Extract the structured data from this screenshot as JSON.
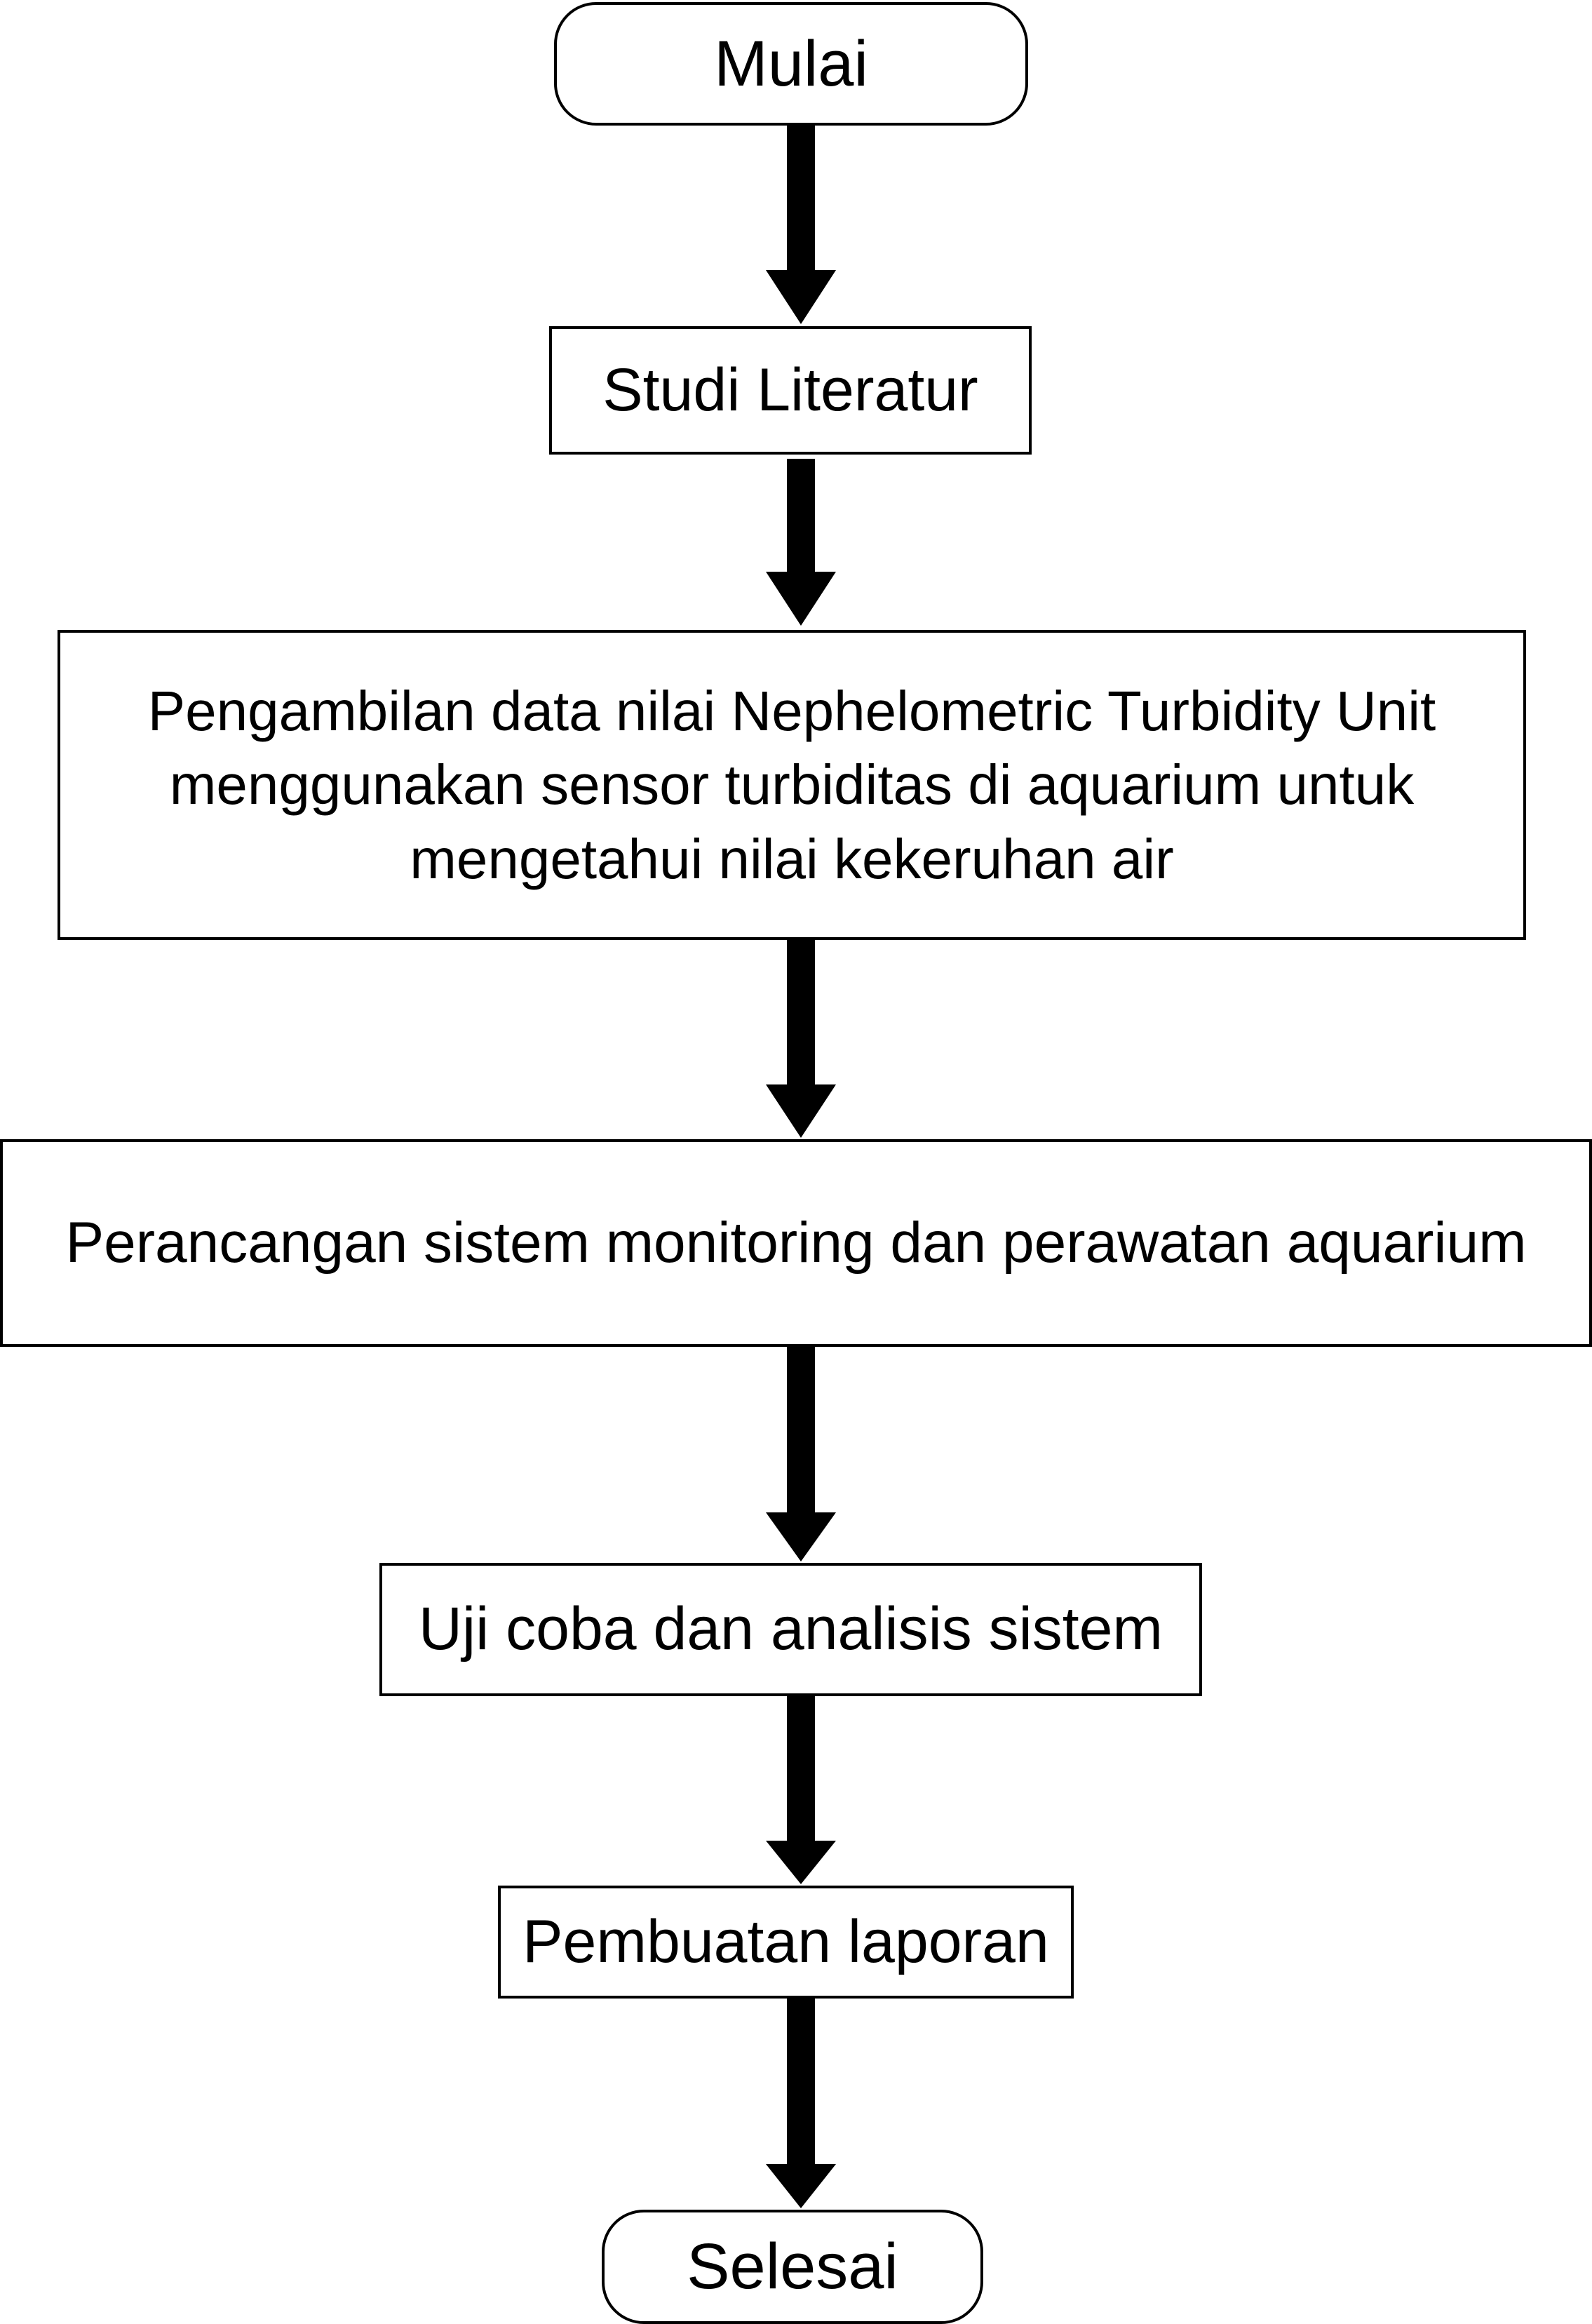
{
  "flowchart": {
    "nodes": [
      {
        "id": "start",
        "shape": "terminal",
        "label": "Mulai"
      },
      {
        "id": "studi",
        "shape": "process",
        "label": "Studi Literatur"
      },
      {
        "id": "ambil",
        "shape": "process",
        "lines": [
          "Pengambilan data nilai Nephelometric Turbidity Unit",
          "menggunakan sensor turbiditas di aquarium untuk",
          "mengetahui nilai kekeruhan air"
        ]
      },
      {
        "id": "rancang",
        "shape": "process",
        "label": "Perancangan sistem monitoring dan perawatan aquarium"
      },
      {
        "id": "uji",
        "shape": "process",
        "label": "Uji coba dan analisis sistem"
      },
      {
        "id": "laporan",
        "shape": "process",
        "label": "Pembuatan laporan"
      },
      {
        "id": "selesai",
        "shape": "terminal",
        "label": "Selesai"
      }
    ],
    "edges": [
      {
        "from": "start",
        "to": "studi"
      },
      {
        "from": "studi",
        "to": "ambil"
      },
      {
        "from": "ambil",
        "to": "rancang"
      },
      {
        "from": "rancang",
        "to": "uji"
      },
      {
        "from": "uji",
        "to": "laporan"
      },
      {
        "from": "laporan",
        "to": "selesai"
      }
    ],
    "colors": {
      "stroke": "#000000",
      "fill": "#ffffff",
      "text": "#000000"
    }
  }
}
